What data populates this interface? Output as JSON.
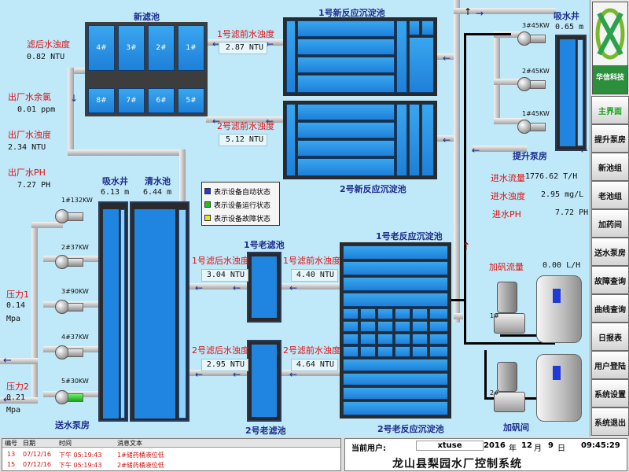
{
  "colors": {
    "background": "#bfe8f8",
    "tank_blue": "#1a7ad6",
    "label_red": "#e01010",
    "title_blue": "#1d2c8c",
    "auto": "#1f3ad6",
    "running": "#22c122",
    "fault": "#f2e21a"
  },
  "new_filter": {
    "title": "新滤池",
    "cells_top": [
      "4#",
      "3#",
      "2#",
      "1#"
    ],
    "cells_bottom": [
      "8#",
      "7#",
      "6#",
      "5#"
    ],
    "post_turb_label": "滤后水浊度",
    "post_turb_value": "0.82 NTU",
    "pre_turb_1_label": "1号滤前水浊度",
    "pre_turb_1_value": "2.87 NTU",
    "pre_turb_2_label": "2号滤前水浊度",
    "pre_turb_2_value": "5.12 NTU"
  },
  "new_reactors": {
    "r1_title": "1号新反应沉淀池",
    "r2_title": "2号新反应沉淀池"
  },
  "outlet": {
    "chlorine_label": "出厂水余氯",
    "chlorine_value": "0.01 ppm",
    "turb_label": "出厂水浊度",
    "turb_value": "2.34 NTU",
    "ph_label": "出厂水PH",
    "ph_value": "7.27 PH"
  },
  "wells": {
    "suction_title": "吸水井",
    "suction_level": "6.13 m",
    "clear_title": "清水池",
    "clear_level": "6.44 m",
    "top_suction_title": "吸水井",
    "top_suction_level": "0.65 m"
  },
  "legend": {
    "auto": "表示设备自动状态",
    "running": "表示设备运行状态",
    "fault": "表示设备故障状态"
  },
  "supply_pumps": {
    "title": "送水泵房",
    "pumps": [
      "1#132KW",
      "2#37KW",
      "3#90KW",
      "4#37KW",
      "5#30KW"
    ],
    "p1_label": "压力1",
    "p1_value": "0.14",
    "p1_unit": "Mpa",
    "p2_label": "压力2",
    "p2_value": "0.21",
    "p2_unit": "Mpa"
  },
  "old_filter": {
    "title1": "1号老滤池",
    "title2": "2号老滤池",
    "post1_label": "1号滤后水浊度",
    "post1_value": "3.04 NTU",
    "pre1_label": "1号滤前水浊度",
    "pre1_value": "4.40 NTU",
    "post2_label": "2号滤后水浊度",
    "post2_value": "2.95 NTU",
    "pre2_label": "2号滤前水浊度",
    "pre2_value": "4.64 NTU"
  },
  "old_reactors": {
    "r1_title": "1号老反应沉淀池",
    "r2_title": "2号老反应沉淀池"
  },
  "lift_pumps": {
    "title": "提升泵房",
    "pumps": [
      "3#45KW",
      "2#45KW",
      "1#45KW"
    ]
  },
  "inlet": {
    "flow_label": "进水流量",
    "flow_value": "1776.62 T/H",
    "turb_label": "进水浊度",
    "turb_value": "2.95 mg/L",
    "ph_label": "进水PH",
    "ph_value": "7.72 PH",
    "alum_label": "加矾流量",
    "alum_value": "0.00 L/H"
  },
  "alum_room": {
    "title": "加矾间",
    "dosers": [
      "1#",
      "2#"
    ]
  },
  "sidebar": {
    "logo_text": "华信科技",
    "items": [
      "主界面",
      "提升泵房",
      "新池组",
      "老池组",
      "加药间",
      "送水泵房",
      "故障查询",
      "曲线查询",
      "日报表",
      "用户登陆",
      "系统设置",
      "系统退出"
    ]
  },
  "alarm": {
    "headers": [
      "编号",
      "日期",
      "时间",
      "消息文本"
    ],
    "rows": [
      {
        "id": "13",
        "date": "07/12/16",
        "time": "下午 05:19:43",
        "text": "1#储药桶液位低"
      },
      {
        "id": "15",
        "date": "07/12/16",
        "time": "下午 05:19:43",
        "text": "2#储药桶液位低"
      }
    ]
  },
  "status": {
    "user_label": "当前用户:",
    "user": "xtuse",
    "year": "2016",
    "year_unit": "年",
    "month": "12",
    "month_unit": "月",
    "day": "9",
    "day_unit": "日",
    "clock": "09:45:29",
    "system_title": "龙山县梨园水厂控制系统"
  }
}
